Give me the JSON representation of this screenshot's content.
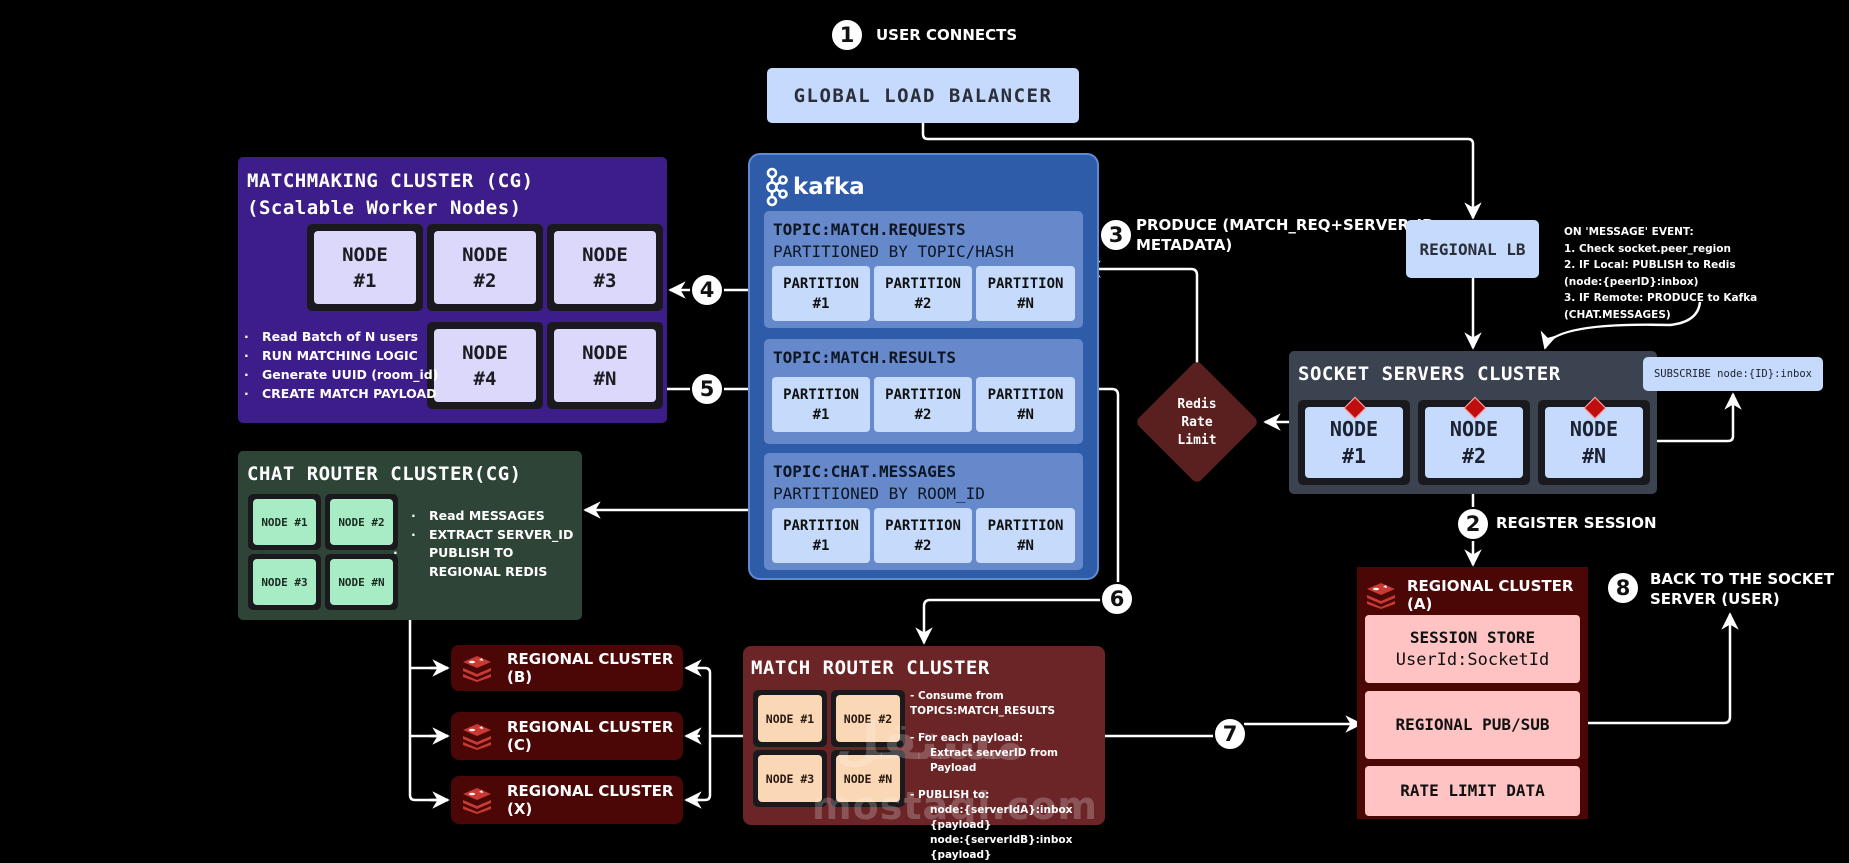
{
  "steps": {
    "s1": {
      "num": "1",
      "label": "USER CONNECTS"
    },
    "s2": {
      "num": "2",
      "label": "REGISTER SESSION"
    },
    "s3": {
      "num": "3",
      "label_line1": "PRODUCE (MATCH_REQ+SERVER_ID,",
      "label_line2": "METADATA)"
    },
    "s4": {
      "num": "4"
    },
    "s5": {
      "num": "5"
    },
    "s6": {
      "num": "6"
    },
    "s7": {
      "num": "7"
    },
    "s8": {
      "num": "8",
      "label_line1": "BACK TO THE SOCKET",
      "label_line2": "SERVER (USER)"
    }
  },
  "global_lb": {
    "label": "GLOBAL LOAD BALANCER"
  },
  "regional_lb": {
    "label": "REGIONAL LB"
  },
  "matchmaking": {
    "title_line1": "MATCHMAKING CLUSTER (CG)",
    "title_line2": "(Scalable Worker Nodes)",
    "nodes": [
      {
        "l1": "NODE",
        "l2": "#1"
      },
      {
        "l1": "NODE",
        "l2": "#2"
      },
      {
        "l1": "NODE",
        "l2": "#3"
      },
      {
        "l1": "NODE",
        "l2": "#4"
      },
      {
        "l1": "NODE",
        "l2": "#N"
      }
    ],
    "bullets": [
      "Read Batch of N users",
      "RUN MATCHING LOGIC",
      "Generate UUID (room_id)",
      "CREATE MATCH PAYLOAD"
    ]
  },
  "kafka": {
    "logo_text": "kafka",
    "topics": [
      {
        "title": "TOPIC:MATCH.REQUESTS",
        "subtitle": "PARTITIONED BY TOPIC/HASH",
        "partitions": [
          {
            "l1": "PARTITION",
            "l2": "#1"
          },
          {
            "l1": "PARTITION",
            "l2": "#2"
          },
          {
            "l1": "PARTITION",
            "l2": "#N"
          }
        ]
      },
      {
        "title": "TOPIC:MATCH.RESULTS",
        "subtitle": "",
        "partitions": [
          {
            "l1": "PARTITION",
            "l2": "#1"
          },
          {
            "l1": "PARTITION",
            "l2": "#2"
          },
          {
            "l1": "PARTITION",
            "l2": "#N"
          }
        ]
      },
      {
        "title": "TOPIC:CHAT.MESSAGES",
        "subtitle": "PARTITIONED BY ROOM_ID",
        "partitions": [
          {
            "l1": "PARTITION",
            "l2": "#1"
          },
          {
            "l1": "PARTITION",
            "l2": "#2"
          },
          {
            "l1": "PARTITION",
            "l2": "#N"
          }
        ]
      }
    ]
  },
  "redis_rate_limit": {
    "l1": "Redis",
    "l2": "Rate",
    "l3": "Limit"
  },
  "socket_cluster": {
    "title": "SOCKET SERVERS CLUSTER",
    "nodes": [
      {
        "l1": "NODE",
        "l2": "#1"
      },
      {
        "l1": "NODE",
        "l2": "#2"
      },
      {
        "l1": "NODE",
        "l2": "#N"
      }
    ],
    "subscribe": "SUBSCRIBE node:{ID}:inbox",
    "on_message": [
      "ON 'MESSAGE' EVENT:",
      "1. Check socket.peer_region",
      "2. IF Local: PUBLISH to Redis",
      "(node:{peerID}:inbox)",
      "3. IF Remote: PRODUCE to Kafka (CHAT.MESSAGES)"
    ]
  },
  "chat_router": {
    "title": "CHAT ROUTER CLUSTER(CG)",
    "nodes": [
      "NODE #1",
      "NODE #2",
      "NODE #3",
      "NODE #N"
    ],
    "bullets": [
      "Read MESSAGES",
      "EXTRACT SERVER_ID",
      "PUBLISH TO REGIONAL REDIS"
    ]
  },
  "match_router": {
    "title": "MATCH ROUTER CLUSTER",
    "nodes": [
      "NODE #1",
      "NODE #2",
      "NODE #3",
      "NODE #N"
    ],
    "notes": {
      "n1": "- Consume from TOPICS:MATCH_RESULTS",
      "n2": "- For each payload:",
      "n3": "Extract serverID from Payload",
      "n4": "- PUBLISH to:",
      "n5": "node:{serverIdA}:inbox {payload}",
      "n6": "node:{serverIdB}:inbox {payload}"
    }
  },
  "regional_a": {
    "title": "REGIONAL CLUSTER (A)",
    "session_store": "SESSION STORE",
    "session_store_sub": "UserId:SocketId",
    "pubsub": "REGIONAL PUB/SUB",
    "rate_limit": "RATE LIMIT DATA"
  },
  "regional_others": [
    "REGIONAL CLUSTER (B)",
    "REGIONAL CLUSTER (C)",
    "REGIONAL CLUSTER (X)"
  ],
  "watermark": {
    "arabic": "مستقل",
    "latin": "mostaql.com"
  },
  "colors": {
    "background": "#000000",
    "matchmaking": "#3d1d8a",
    "kafka": "#2f5ca9",
    "socket": "#3b4250",
    "chat_router": "#2d4437",
    "match_router": "#6b2527",
    "regional": "#4b0606",
    "light_blue": "#c5dafc"
  }
}
